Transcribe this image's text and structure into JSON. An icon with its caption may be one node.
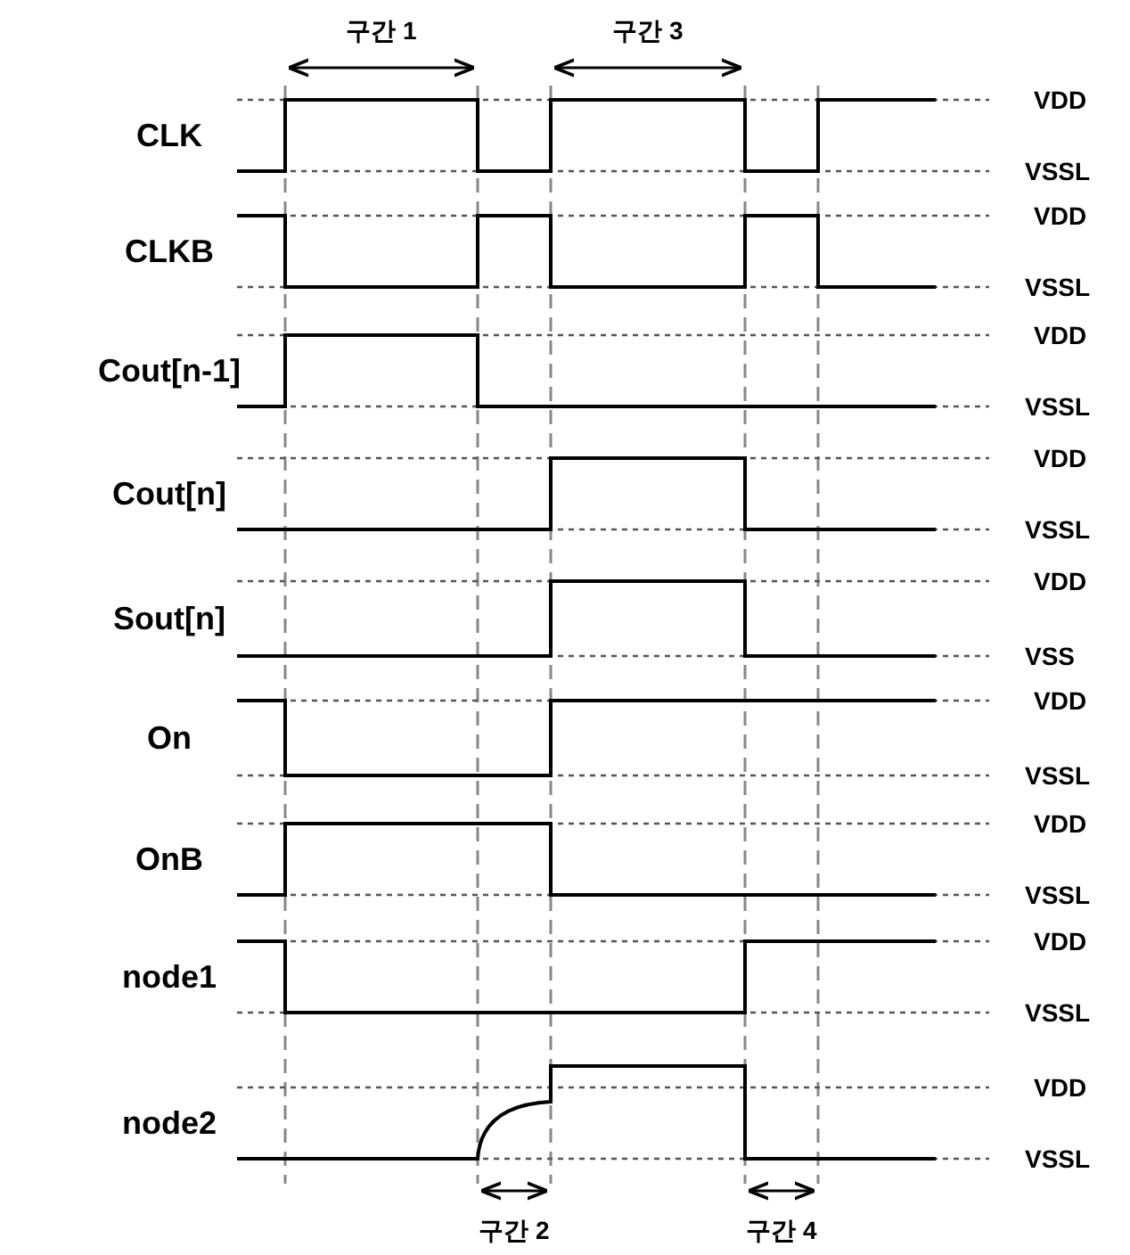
{
  "diagram": {
    "labels": [
      "구간 1",
      "구간 3",
      "CLK",
      "VDD",
      "VSSL",
      "CLKB",
      "VDD",
      "VSSL",
      "Cout[n-1]",
      "VDD",
      "VSSL",
      "Cout[n]",
      "VDD",
      "VSSL",
      "Sout[n]",
      "VDD",
      "VSS",
      "On",
      "VDD",
      "VSSL",
      "OnB",
      "VDD",
      "VSSL",
      "node1",
      "VDD",
      "VSSL",
      "node2",
      "VDD",
      "VSSL",
      "구간 2",
      "구간 4"
    ]
  }
}
